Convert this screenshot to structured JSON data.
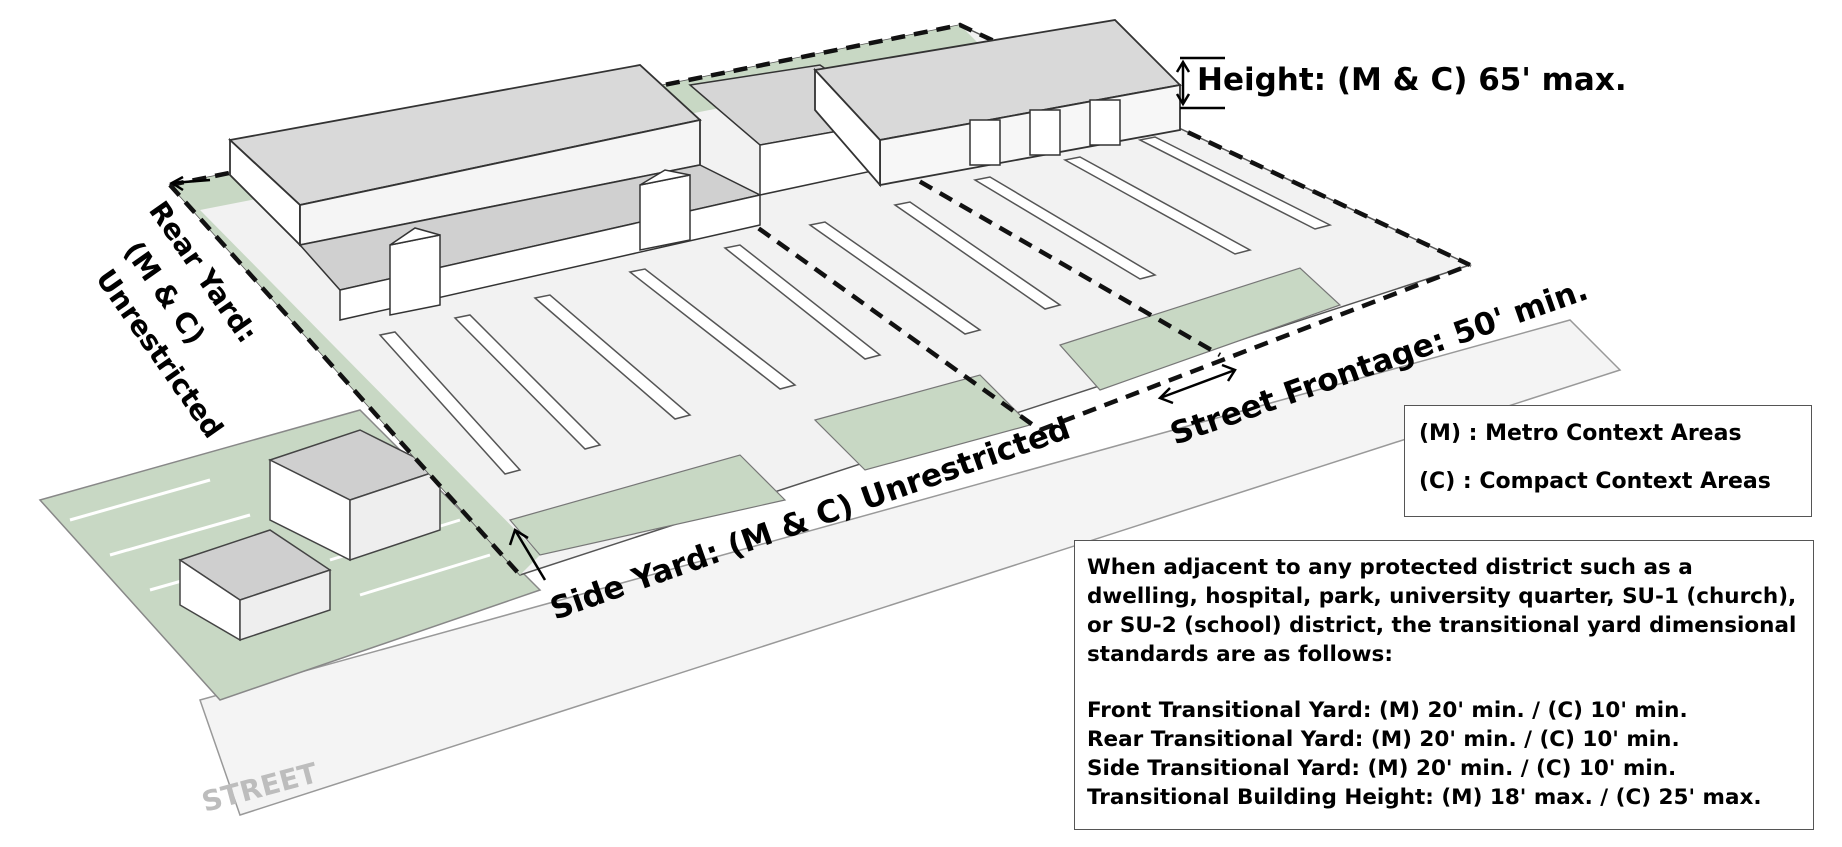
{
  "labels": {
    "height": "Height: (M & C) 65' max.",
    "rear_yard": [
      "Rear Yard:",
      "(M & C)",
      "Unrestricted"
    ],
    "side_yard": "Side Yard: (M & C) Unrestricted",
    "street_frontage": "Street Frontage: 50' min.",
    "street": "STREET"
  },
  "context_legend": {
    "metro": "(M) : Metro Context Areas",
    "compact": "(C) : Compact Context Areas"
  },
  "transitional_note": {
    "intro": "When adjacent to any protected district such as a dwelling, hospital, park, university quarter, SU-1 (church), or SU-2 (school) district, the transitional yard dimensional standards are as follows:",
    "rules": [
      "Front Transitional Yard: (M) 20' min. / (C) 10' min.",
      "Rear Transitional Yard: (M) 20' min. / (C) 10' min.",
      "Side Transitional Yard: (M) 20' min. / (C) 10' min.",
      "Transitional Building Height: (M) 18' max. / (C) 25' max."
    ]
  },
  "colors": {
    "yard_green": "#c8d8c4",
    "lot": "#f2f2f2",
    "roof": "#d9d9d9",
    "wall": "#ffffff",
    "street_text": "#bdbdbd"
  }
}
